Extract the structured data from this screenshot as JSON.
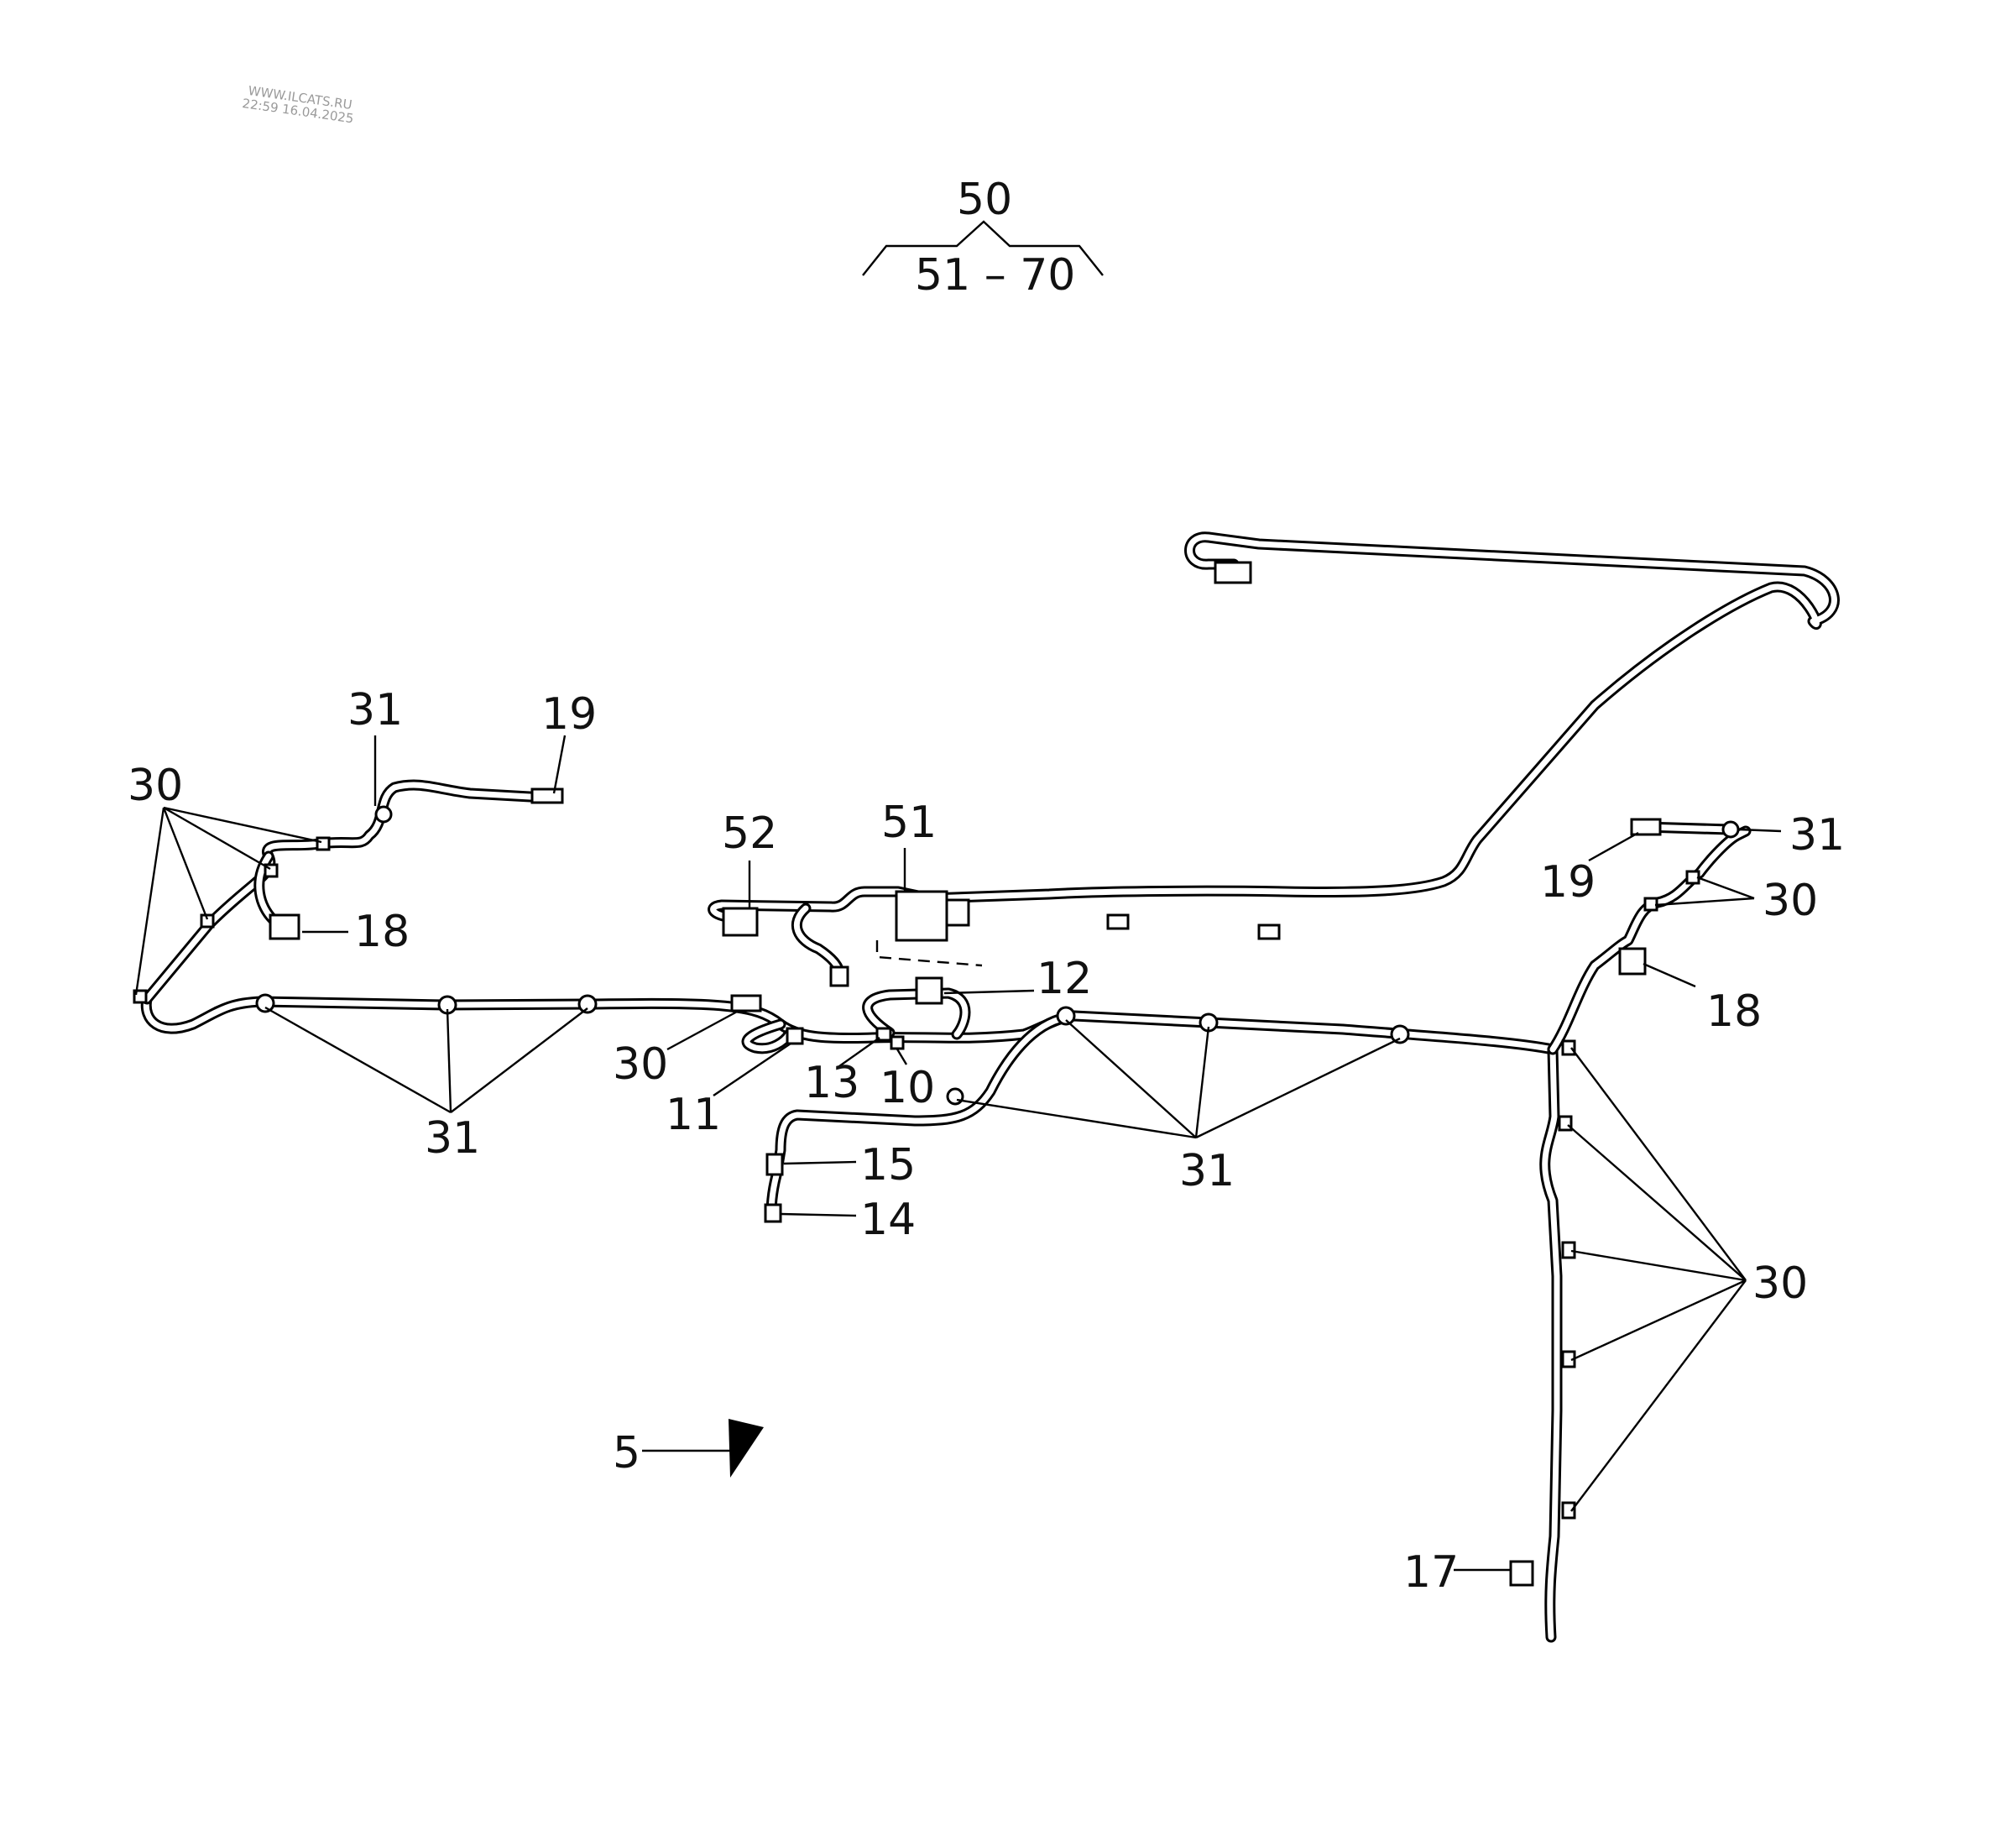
{
  "watermark": {
    "site": "WWW.ILCATS.RU",
    "datetime": "22:59 16.04.2025"
  },
  "group": {
    "parent": "50",
    "range": "51 – 70"
  },
  "callouts": {
    "c31_top_left": "31",
    "c19_top_left": "19",
    "c30_left": "30",
    "c18_left": "18",
    "c31_bottom_left": "31",
    "c30_mid": "30",
    "c11": "11",
    "c13": "13",
    "c10": "10",
    "c12": "12",
    "c52": "52",
    "c51": "51",
    "c15": "15",
    "c14": "14",
    "c31_center": "31",
    "c19_right": "19",
    "c31_right": "31",
    "c30_right_top": "30",
    "c18_right": "18",
    "c30_right_lower": "30",
    "c17": "17",
    "c5": "5"
  }
}
